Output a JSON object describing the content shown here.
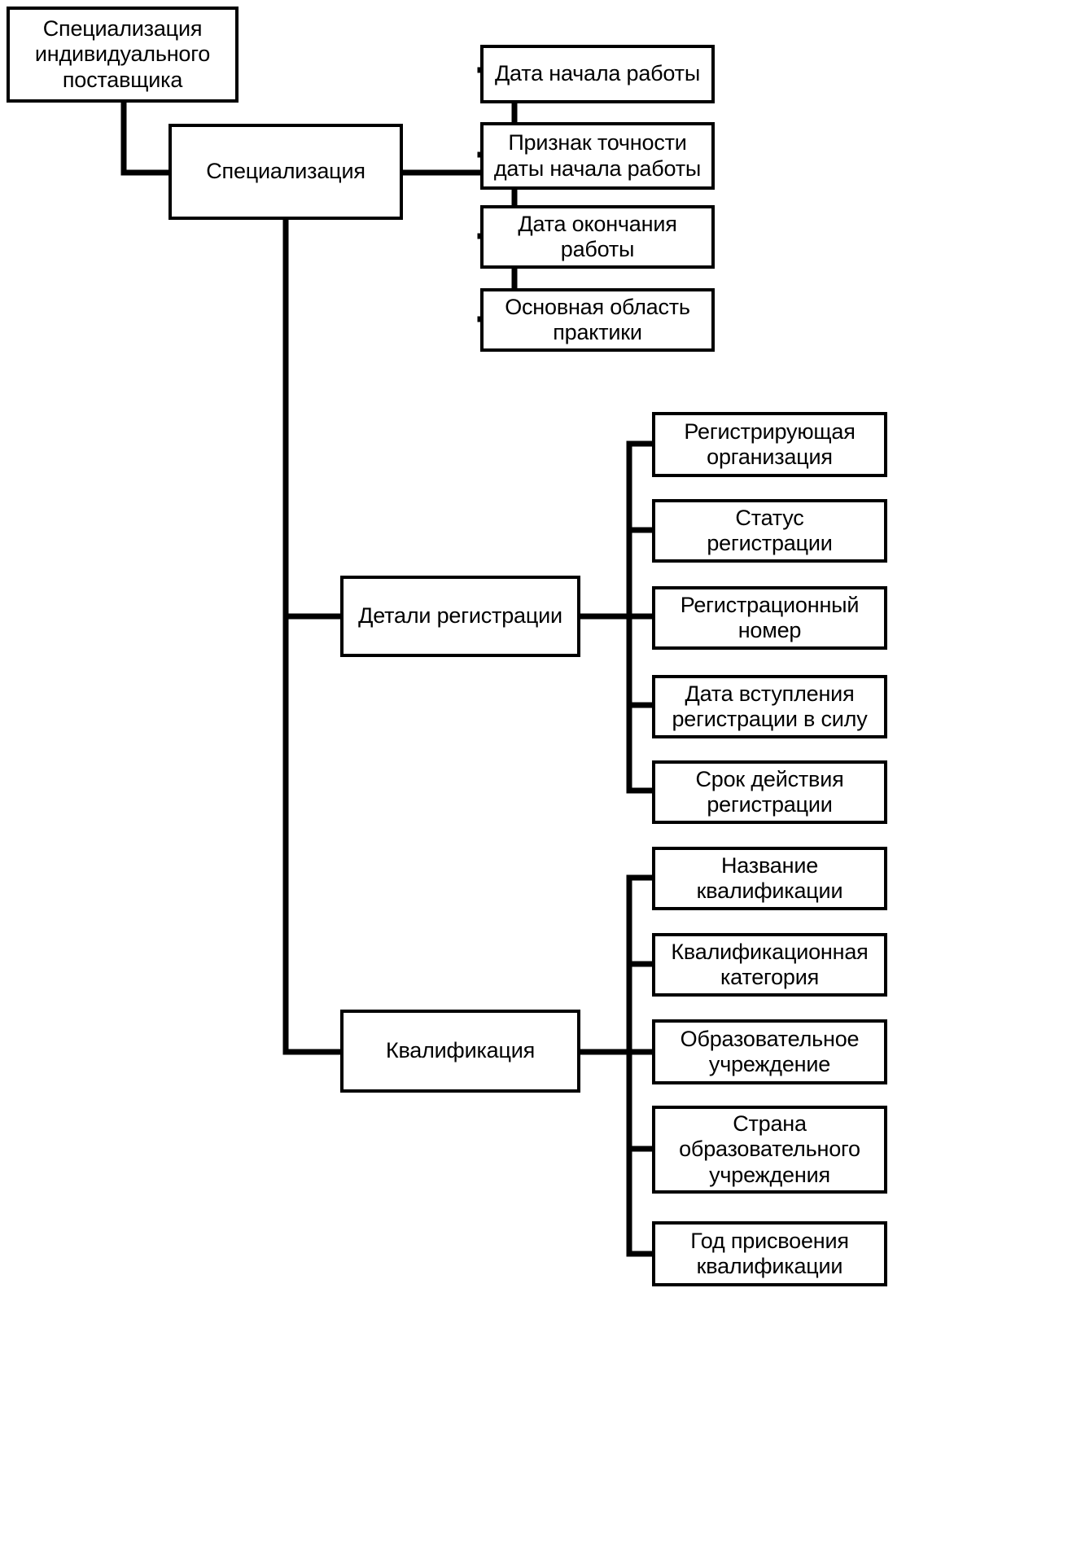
{
  "diagram": {
    "type": "tree",
    "orientation": "left-to-right",
    "language": "ru",
    "background_color": "#ffffff",
    "line_color": "#000000",
    "box_border_color": "#000000",
    "box_fill_color": "#ffffff",
    "text_color": "#000000",
    "root": {
      "id": "root",
      "label": "Специализация\nиндивидуального\nпоставщика"
    },
    "nodes": {
      "specialization": {
        "id": "specialization",
        "label": "Специализация"
      },
      "registration_details": {
        "id": "registration_details",
        "label": "Детали регистрации"
      },
      "qualification": {
        "id": "qualification",
        "label": "Квалификация"
      }
    },
    "specialization_children": [
      {
        "id": "start-date",
        "label": "Дата начала работы"
      },
      {
        "id": "start-date-accuracy",
        "label": "Признак точности\nдаты начала работы"
      },
      {
        "id": "end-date",
        "label": "Дата окончания\nработы"
      },
      {
        "id": "main-practice-area",
        "label": "Основная область\nпрактики"
      }
    ],
    "registration_children": [
      {
        "id": "registering-organization",
        "label": "Регистрирующая\nорганизация"
      },
      {
        "id": "registration-status",
        "label": "Статус\nрегистрации"
      },
      {
        "id": "registration-number",
        "label": "Регистрационный\nномер"
      },
      {
        "id": "registration-effective-date",
        "label": "Дата вступления\nрегистрации в силу"
      },
      {
        "id": "registration-validity-period",
        "label": "Срок действия\nрегистрации"
      }
    ],
    "qualification_children": [
      {
        "id": "qualification-name",
        "label": "Название\nквалификации"
      },
      {
        "id": "qualification-category",
        "label": "Квалификационная\nкатегория"
      },
      {
        "id": "educational-institution",
        "label": "Образовательное\nучреждение"
      },
      {
        "id": "educational-institution-country",
        "label": "Страна\nобразовательного\nучреждения"
      },
      {
        "id": "qualification-award-year",
        "label": "Год присвоения\nквалификации"
      }
    ]
  }
}
